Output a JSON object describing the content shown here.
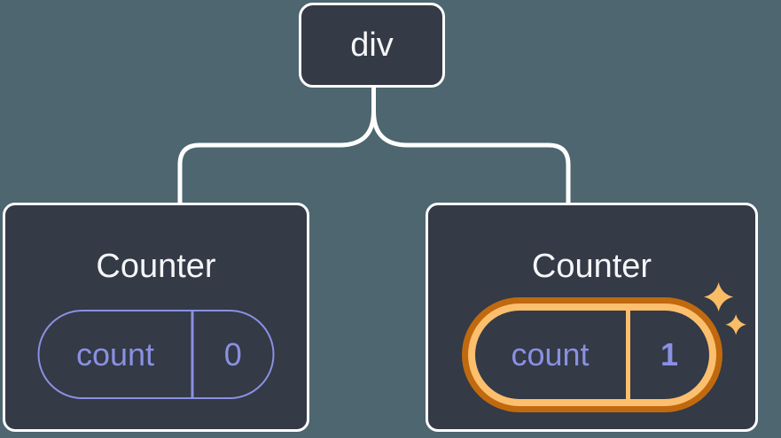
{
  "diagram": {
    "root_node": {
      "label": "div"
    },
    "children": [
      {
        "title": "Counter",
        "state": {
          "key": "count",
          "value": "0"
        },
        "highlighted": false
      },
      {
        "title": "Counter",
        "state": {
          "key": "count",
          "value": "1"
        },
        "highlighted": true
      }
    ]
  },
  "icons": {
    "sparkles": "two four-point stars marking fresh state"
  },
  "colors": {
    "background": "#4d6670",
    "node-fill": "#343a46",
    "node-border": "#ffffff",
    "node-text": "#f5f6f8",
    "connector": "#ffffff",
    "state-accent": "#8a90e2",
    "highlight-outer": "#c0690f",
    "highlight-inner": "#fcbf6e",
    "sparkle": "#fabd66"
  }
}
